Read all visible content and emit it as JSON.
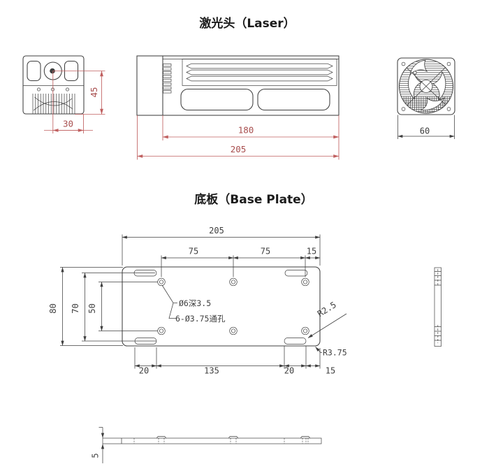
{
  "colors": {
    "background": "#ffffff",
    "line": "#3f3f3f",
    "dim_red": "#c06060",
    "dim_red_text": "#a84e4e"
  },
  "laser_section": {
    "title": "激光头（Laser）",
    "front_view": {
      "height_to_aperture": "45",
      "aperture_offset": "30"
    },
    "side_view": {
      "body_length": "180",
      "overall_length": "205"
    },
    "rear_view": {
      "width": "60"
    }
  },
  "base_plate_section": {
    "title": "底板（Base Plate）",
    "top_dims": {
      "overall_width": "205",
      "hole_span_left": "75",
      "hole_span_right": "75",
      "edge_offset": "15"
    },
    "left_dims": {
      "overall_height": "80",
      "slot_span": "70",
      "hole_row_span": "50"
    },
    "bottom_dims": {
      "slot_width_left": "20",
      "slot_span_middle": "135",
      "slot_width_right": "20",
      "edge_offset": "15"
    },
    "annotations": {
      "counterbore": "Ø6深3.5",
      "through_holes": "6-Ø3.75通孔",
      "slot_radius": "R2.5",
      "corner_radius": "R3.75"
    },
    "side_profile": {
      "thickness": "5"
    }
  }
}
